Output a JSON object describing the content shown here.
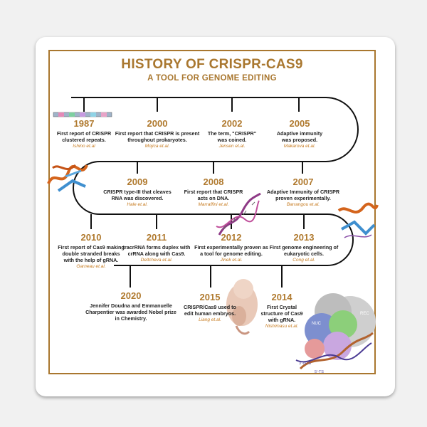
{
  "title": "HISTORY OF CRISPR-CAS9",
  "subtitle": "A TOOL FOR GENOME EDITING",
  "colors": {
    "accent": "#a9772f",
    "year": "#b07a2f",
    "author": "#c67a1e",
    "line": "#111111"
  },
  "events": [
    {
      "year": "1987",
      "desc": "First report of CRISPR clustered repeats.",
      "author": "Ishino et.al"
    },
    {
      "year": "2000",
      "desc": "First report that CRISPR is present throughout prokaryotes.",
      "author": "Mojica et.al."
    },
    {
      "year": "2002",
      "desc": "The term, \"CRISPR\" was coined.",
      "author": "Jensen et.al."
    },
    {
      "year": "2005",
      "desc": "Adaptive immunity was proposed.",
      "author": "Makarova et.al."
    },
    {
      "year": "2009",
      "desc": "CRISPR type-III that cleaves RNA was discovered.",
      "author": "Hale et.al."
    },
    {
      "year": "2008",
      "desc": "First report that CRISPR acts on DNA.",
      "author": "Marraffini et.al."
    },
    {
      "year": "2007",
      "desc": "Adaptive Immunity of CRISPR proven experimentally.",
      "author": "Barrangou et.al."
    },
    {
      "year": "2010",
      "desc": "First report of Cas9 making double stranded breaks with the help of gRNA.",
      "author": "Garneau et.al."
    },
    {
      "year": "2011",
      "desc": "tracrRNA forms duplex with crRNA along with Cas9.",
      "author": "Deltcheva et.al."
    },
    {
      "year": "2012",
      "desc": "First experimentally proven as a tool for genome editing.",
      "author": "Jinek et.al."
    },
    {
      "year": "2013",
      "desc": "First genome engineering of eukaryotic cells.",
      "author": "Cong et.al."
    },
    {
      "year": "2020",
      "desc": "Jennifer Doudna and Emmanuelle Charpentier was awarded Nobel prize in Chemistry.",
      "author": ""
    },
    {
      "year": "2015",
      "desc": "CRISPR/Cas9 used to edit human embryos.",
      "author": "Liang et.al."
    },
    {
      "year": "2014",
      "desc": "First Crystal structure of Cas9 with gRNA.",
      "author": "Nishimasu et.al."
    }
  ],
  "structure_labels": {
    "nuc": "NUC",
    "rec": "REC",
    "end5": "5'-TS",
    "end3": "3'-NTS"
  }
}
